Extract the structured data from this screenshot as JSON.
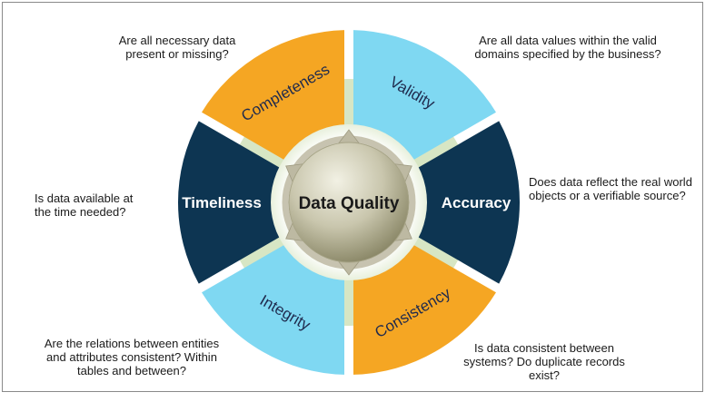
{
  "center": {
    "label": "Data Quality"
  },
  "segments": [
    {
      "id": "completeness",
      "label": "Completeness",
      "color": "#f5a623",
      "text_color": "#1f2a4d",
      "question": [
        "Are all necessary data",
        "present or missing?"
      ]
    },
    {
      "id": "validity",
      "label": "Validity",
      "color": "#7fd8f2",
      "text_color": "#1f2a4d",
      "question": [
        "Are all data values within the valid",
        "domains specified by the business?"
      ]
    },
    {
      "id": "accuracy",
      "label": "Accuracy",
      "color": "#0d3552",
      "text_color": "#ffffff",
      "question": [
        "Does data reflect the real world",
        "objects or a verifiable source?"
      ]
    },
    {
      "id": "consistency",
      "label": "Consistency",
      "color": "#f5a623",
      "text_color": "#1f2a4d",
      "question": [
        "Is data consistent between",
        "systems? Do duplicate records",
        "exist?"
      ]
    },
    {
      "id": "integrity",
      "label": "Integrity",
      "color": "#7fd8f2",
      "text_color": "#1f2a4d",
      "question": [
        "Are the relations between entities",
        "and attributes consistent? Within",
        "tables and between?"
      ]
    },
    {
      "id": "timeliness",
      "label": "Timeliness",
      "color": "#0d3552",
      "text_color": "#ffffff",
      "question": [
        "Is data available at",
        "the time needed?"
      ]
    }
  ],
  "colors": {
    "gap": "#d7e6c4",
    "inner_ring": "#ffffff",
    "sphere_light": "#f2f1e4",
    "sphere_dark": "#8b8868",
    "arrow": "#bdb9a2"
  }
}
